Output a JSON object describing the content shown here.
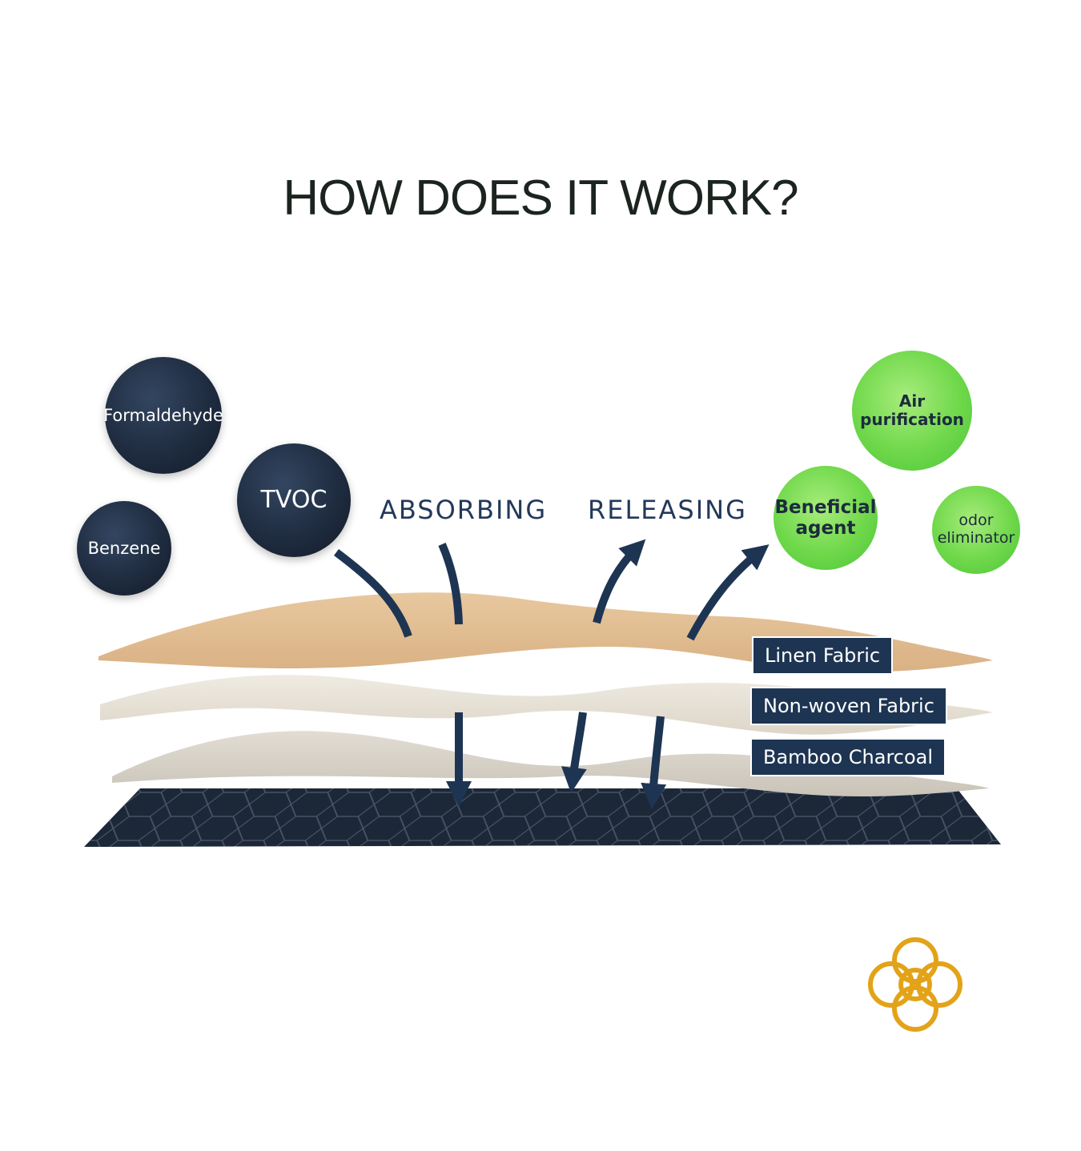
{
  "title": "HOW DOES IT WORK?",
  "pollutants": [
    {
      "label": "Formaldehyde"
    },
    {
      "label": "TVOC"
    },
    {
      "label": "Benzene"
    }
  ],
  "benefits": [
    {
      "label": "Air purification"
    },
    {
      "label": "Beneficial\nagent"
    },
    {
      "label": "odor\neliminator"
    }
  ],
  "process": {
    "absorbing": "ABSORBING",
    "releasing": "RELEASING"
  },
  "layers": [
    {
      "label": "Linen Fabric"
    },
    {
      "label": "Non-woven Fabric"
    },
    {
      "label": "Bamboo Charcoal"
    }
  ],
  "colors": {
    "pollutant_circle": "#1f2c40",
    "benefit_circle": "#6fd84a",
    "arrow": "#1d3552",
    "linen": "#e3bf93",
    "nonwoven": "#e8e2d6",
    "charcoal_layer": "#1c2838",
    "logo_gold": "#e3a319"
  }
}
